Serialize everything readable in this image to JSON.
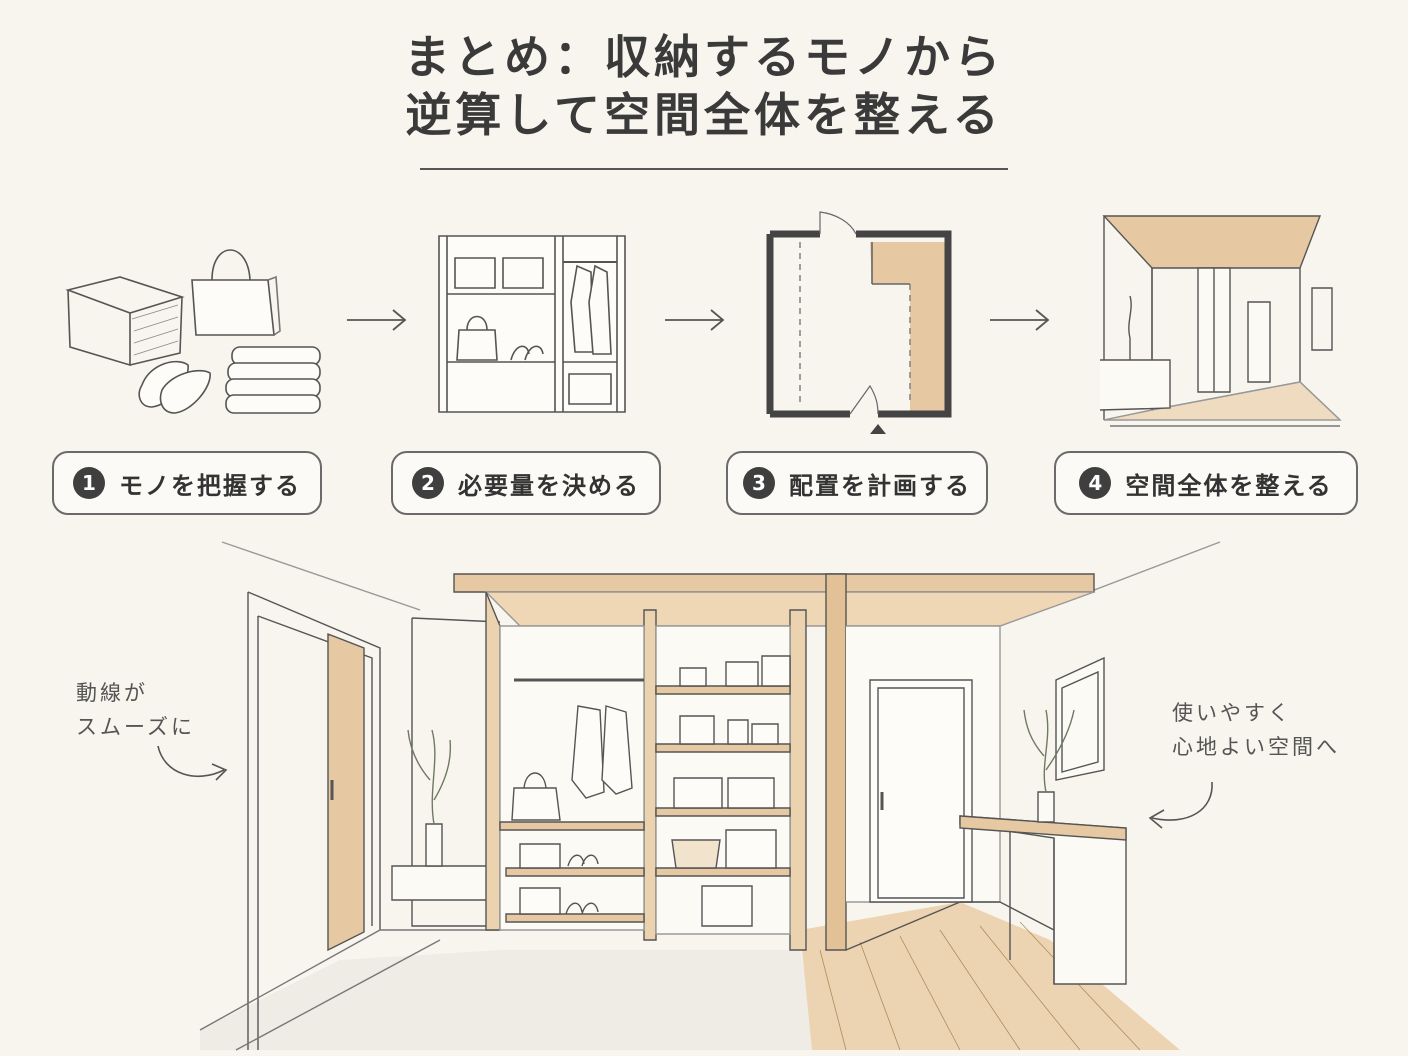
{
  "title": {
    "line1": "まとめ：収納するモノから",
    "line2": "逆算して空間全体を整える"
  },
  "steps": [
    {
      "number": "1",
      "label": "モノを把握する"
    },
    {
      "number": "2",
      "label": "必要量を決める"
    },
    {
      "number": "3",
      "label": "配置を計画する"
    },
    {
      "number": "4",
      "label": "空間全体を整える"
    }
  ],
  "notes": {
    "left_line1": "動線が",
    "left_line2": "スムーズに",
    "right_line1": "使いやすく",
    "right_line2": "心地よい空間へ"
  },
  "colors": {
    "background": "#f8f5ee",
    "wood": "#e6c9a2",
    "ink": "#3f3f3f"
  }
}
